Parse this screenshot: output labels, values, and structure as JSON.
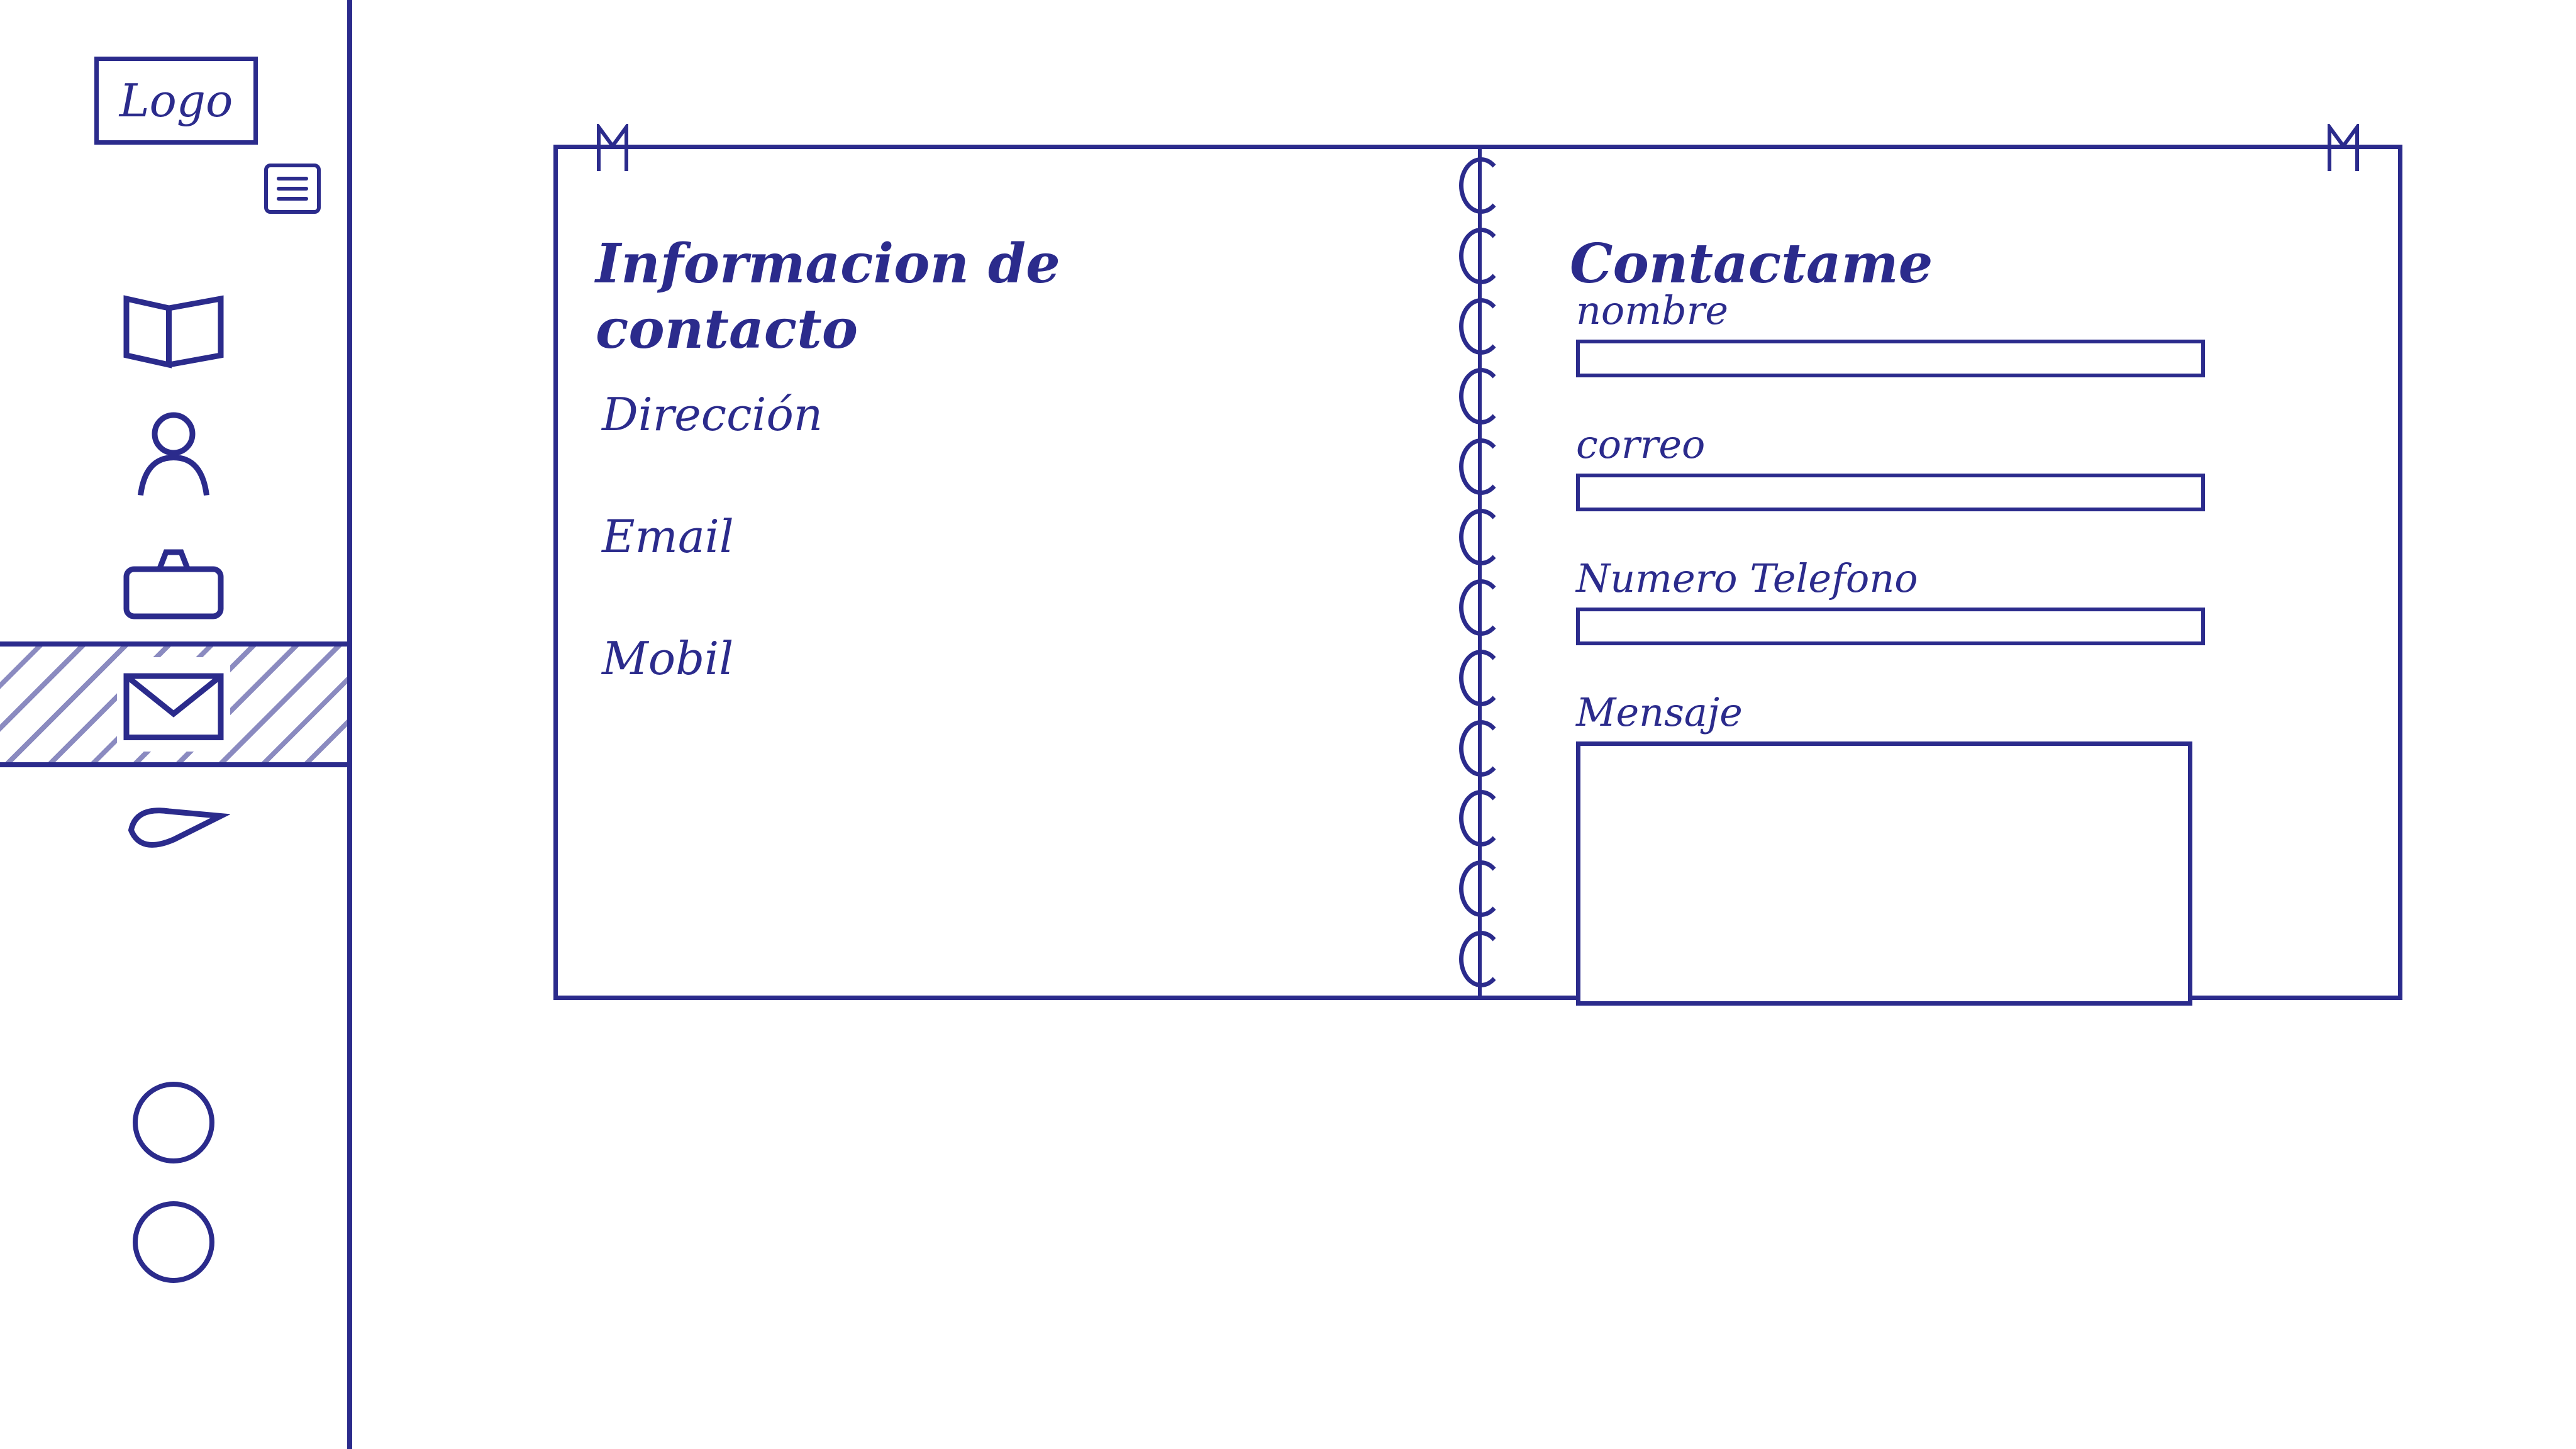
{
  "sidebar": {
    "logo_text": "Logo",
    "nav_items": [
      {
        "icon": "book-icon"
      },
      {
        "icon": "user-icon"
      },
      {
        "icon": "briefcase-icon"
      },
      {
        "icon": "envelope-icon",
        "active": true
      },
      {
        "icon": "send-icon"
      }
    ],
    "bottom_icons": [
      "circle-icon",
      "circle-icon"
    ]
  },
  "info": {
    "title": "Informacion de contacto",
    "items": [
      "Dirección",
      "Email",
      "Mobil"
    ]
  },
  "contact": {
    "title": "Contactame",
    "fields": {
      "name_label": "nombre",
      "email_label": "correo",
      "phone_label": "Numero Telefono",
      "message_label": "Mensaje"
    }
  },
  "colors": {
    "ink": "#2b2b8c",
    "paper": "#ffffff"
  }
}
